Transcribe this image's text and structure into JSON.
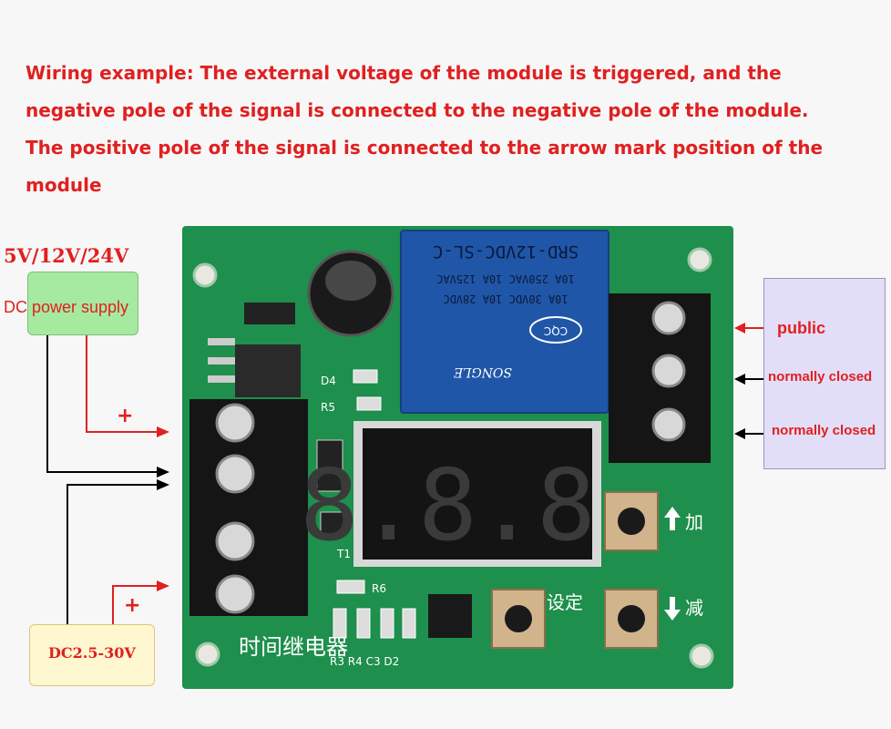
{
  "instructions": {
    "line1": "Wiring example: The external voltage of the module is triggered, and the",
    "line2": "negative pole of the signal is connected to the negative pole of the module.",
    "line3": "The positive pole of the signal is connected to the arrow mark position of the",
    "line4": "module"
  },
  "power_supply": {
    "voltage_label": "5V/12V/24V",
    "label": "DC power supply"
  },
  "signal_source": {
    "label": "DC2.5-30V"
  },
  "polarity": {
    "plus_top": "+",
    "plus_bottom": "+"
  },
  "relay": {
    "line1": "SRD-12VDC-SL-C",
    "line2": "10A 250VAC  10A 125VAC",
    "line3": "10A 30VDC  10A 28VDC",
    "brand": "SONGLE",
    "cert": "CQC"
  },
  "display": {
    "digits": "8.8.8."
  },
  "board_labels": {
    "d4": "D4",
    "r5": "R5",
    "r6": "R6",
    "t1": "T1",
    "bottom_components": "R3 R4 C3 D2",
    "title_cn": "时间继电器",
    "set_cn": "设定",
    "up_cn": "加",
    "down_cn": "减"
  },
  "outputs": {
    "public": "public",
    "nc1": "normally closed",
    "nc2": "normally closed"
  },
  "colors": {
    "annotation_red": "#e02020",
    "pcb_green": "#1e8f4c",
    "relay_blue": "#1f56a8",
    "psu_green": "#a6eaa0",
    "signal_yellow": "#fff7cf",
    "output_lavender": "#e2def8"
  }
}
